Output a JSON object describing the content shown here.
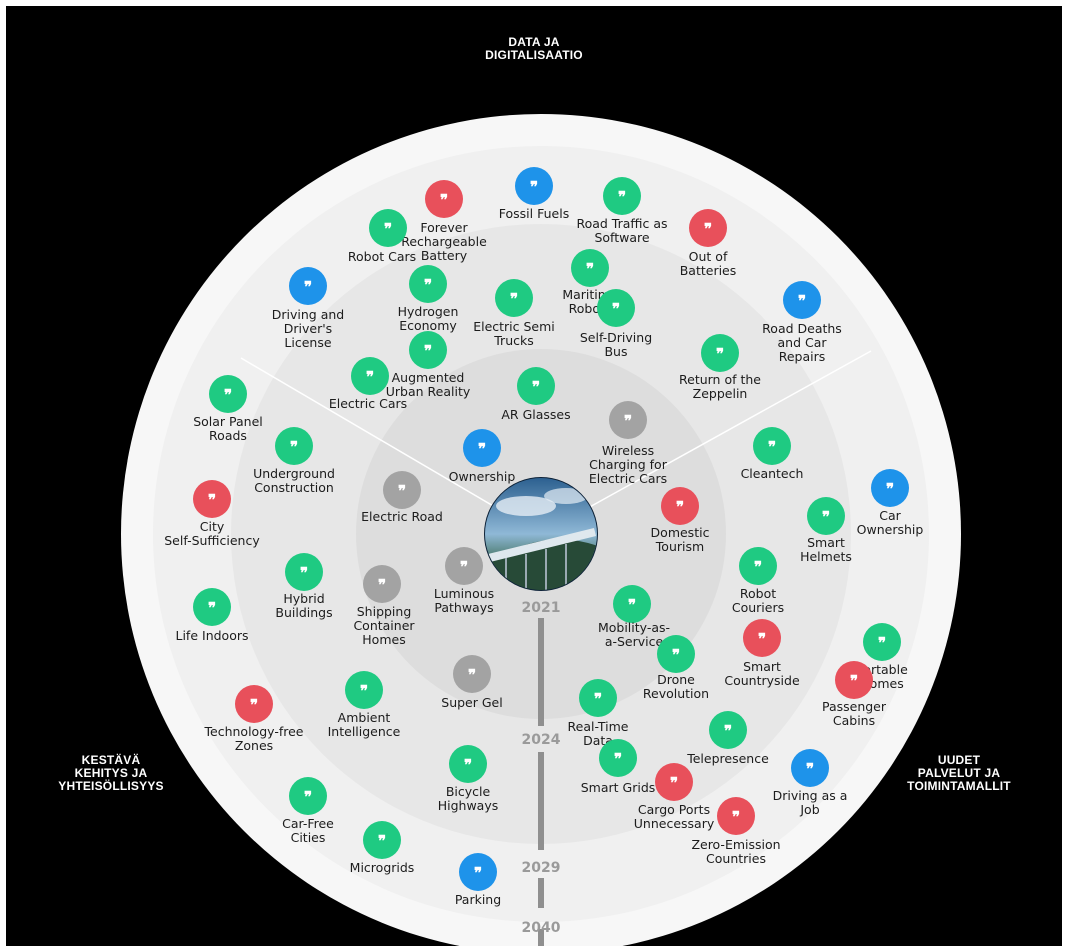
{
  "sectors": {
    "top": "DATA JA\nDIGITALISAATIO",
    "left": "KESTÄVÄ\nKEHITYS JA\nYHTEISÖLLISYYS",
    "right": "UUDET\nPALVELUT JA\nTOIMINTAMALLIT"
  },
  "years": [
    "2021",
    "2024",
    "2029",
    "2040"
  ],
  "colors": {
    "background": "#000000",
    "green": "#1fca82",
    "red": "#e8505b",
    "blue": "#1e93ea",
    "gray": "#a3a3a3",
    "ring_outer": "#f7f7f7",
    "ring_2": "#f0f0f0",
    "ring_3": "#e7e7e7",
    "ring_inner": "#dddddd",
    "axis": "#8f8f8f"
  },
  "center_image": "hyperloop-train-in-landscape",
  "icon": "quote-mark-icon",
  "items": [
    {
      "label": "Fossil Fuels",
      "color": "blue"
    },
    {
      "label": "Forever\nRechargeable\nBattery",
      "color": "red"
    },
    {
      "label": "Road Traffic as\nSoftware",
      "color": "green"
    },
    {
      "label": "Out of\nBatteries",
      "color": "red"
    },
    {
      "label": "Robot Cars",
      "color": "green"
    },
    {
      "label": "Hydrogen\nEconomy",
      "color": "green"
    },
    {
      "label": "Maritime\nRobots",
      "color": "green"
    },
    {
      "label": "Driving and\nDriver's\nLicense",
      "color": "blue"
    },
    {
      "label": "Electric Semi\nTrucks",
      "color": "green"
    },
    {
      "label": "Self-Driving\nBus",
      "color": "green"
    },
    {
      "label": "Road Deaths\nand Car\nRepairs",
      "color": "blue"
    },
    {
      "label": "Augmented\nUrban Reality",
      "color": "green"
    },
    {
      "label": "Electric Cars",
      "color": "green"
    },
    {
      "label": "Return of the\nZeppelin",
      "color": "green"
    },
    {
      "label": "AR Glasses",
      "color": "green"
    },
    {
      "label": "Solar Panel\nRoads",
      "color": "green"
    },
    {
      "label": "Wireless\nCharging for\nElectric Cars",
      "color": "gray"
    },
    {
      "label": "Underground\nConstruction",
      "color": "green"
    },
    {
      "label": "Ownership",
      "color": "blue"
    },
    {
      "label": "Cleantech",
      "color": "green"
    },
    {
      "label": "Car\nOwnership",
      "color": "blue"
    },
    {
      "label": "City\nSelf-Sufficiency",
      "color": "red"
    },
    {
      "label": "Electric Road",
      "color": "gray"
    },
    {
      "label": "Domestic\nTourism",
      "color": "red"
    },
    {
      "label": "Smart\nHelmets",
      "color": "green"
    },
    {
      "label": "Hybrid\nBuildings",
      "color": "green"
    },
    {
      "label": "Luminous\nPathways",
      "color": "gray"
    },
    {
      "label": "Robot\nCouriers",
      "color": "green"
    },
    {
      "label": "Shipping\nContainer\nHomes",
      "color": "gray"
    },
    {
      "label": "Life Indoors",
      "color": "green"
    },
    {
      "label": "Mobility-as-\na-Service",
      "color": "green"
    },
    {
      "label": "Smart\nCountryside",
      "color": "red"
    },
    {
      "label": "Portable\nHomes",
      "color": "green"
    },
    {
      "label": "Drone\nRevolution",
      "color": "green"
    },
    {
      "label": "Passenger\nCabins",
      "color": "red"
    },
    {
      "label": "Super Gel",
      "color": "gray"
    },
    {
      "label": "Ambient\nIntelligence",
      "color": "green"
    },
    {
      "label": "Technology-free\nZones",
      "color": "red"
    },
    {
      "label": "Real-Time\nData",
      "color": "green"
    },
    {
      "label": "Telepresence",
      "color": "green"
    },
    {
      "label": "Smart Grids",
      "color": "green"
    },
    {
      "label": "Bicycle\nHighways",
      "color": "green"
    },
    {
      "label": "Driving as a\nJob",
      "color": "blue"
    },
    {
      "label": "Cargo Ports\nUnnecessary",
      "color": "red"
    },
    {
      "label": "Zero-Emission\nCountries",
      "color": "red"
    },
    {
      "label": "Car-Free\nCities",
      "color": "green"
    },
    {
      "label": "Microgrids",
      "color": "green"
    },
    {
      "label": "Parking",
      "color": "blue"
    }
  ]
}
